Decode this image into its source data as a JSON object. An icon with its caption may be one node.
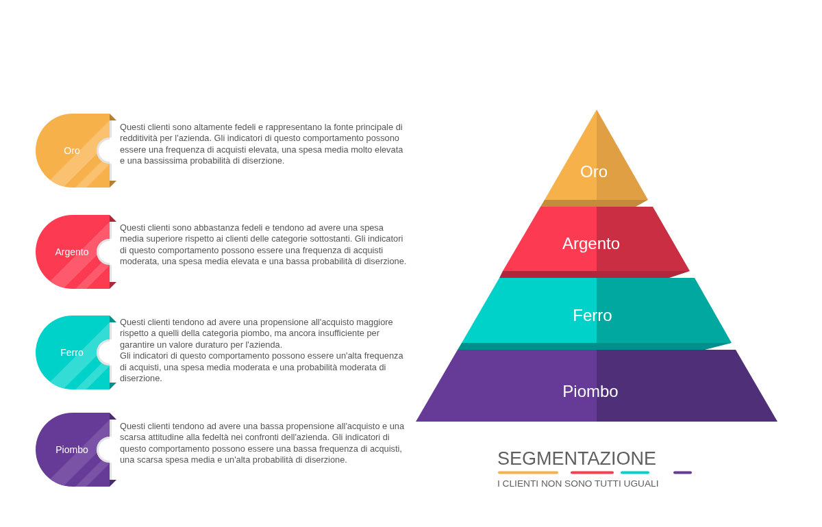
{
  "diagram": {
    "title": "SEGMENTAZIONE",
    "nodes": [
      {
        "text": [
          "Oro"
        ],
        "beside": [
          "Questi clienti sono altamente fedeli e rappresentano la fonte principale di redditività per l'azienda. Gli indicatori di questo comportamento possono essere una frequenza di acquisti elevata, una spesa media molto elevata e una bassissima probabilità di diserzione."
        ]
      },
      {
        "text": [
          "Argento"
        ],
        "beside": [
          "Questi clienti sono abbastanza fedeli e tendono ad avere una spesa media superiore rispetto ai clienti delle categorie sottostanti. Gli indicatori di questo comportamento possono essere una frequenza di acquisti moderata, una spesa media elevata e una bassa probabilità di diserzione."
        ]
      },
      {
        "text": [
          "Ferro"
        ],
        "beside": [
          "Questi clienti tendono ad avere una propensione all'acquisto maggiore rispetto a quelli della categoria piombo, ma ancora insufficiente per garantire un valore duraturo per l'azienda.",
          "Gli indicatori di questo comportamento possono essere un'alta frequenza di acquisti, una spesa media moderata e una probabilità moderata di diserzione."
        ]
      },
      {
        "text": [
          "Piombo"
        ],
        "beside": [
          "Questi clienti tendono ad avere una bassa propensione all'acquisto e una scarsa attitudine alla fedeltà nei confronti dell'azienda. Gli indicatori di questo comportamento possono essere una bassa frequenza di acquisti, una scarsa spesa media e un'alta probabilità di diserzione."
        ]
      },
      {
        "text": [
          "Oro"
        ]
      },
      {
        "text": [
          "Argento"
        ]
      },
      {
        "text": [
          "Ferro"
        ]
      },
      {
        "text": [
          "Piombo"
        ]
      }
    ],
    "labels": [
      "I CLIENTI NON SONO TUTTI UGUALI"
    ]
  }
}
